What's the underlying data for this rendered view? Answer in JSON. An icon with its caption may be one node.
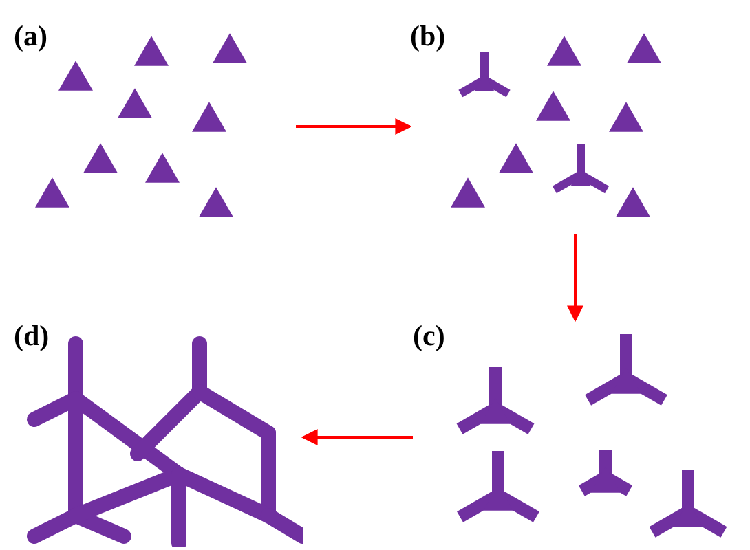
{
  "diagram": {
    "nodes": [
      {
        "text": [
          "(a)"
        ]
      },
      {
        "text": [
          "(b)"
        ]
      },
      {
        "text": [
          "(c)"
        ]
      },
      {
        "text": [
          "(d)"
        ]
      }
    ],
    "edges": [
      {
        "from": 0,
        "to": 1,
        "arrow": "to"
      },
      {
        "from": 1,
        "to": 2,
        "arrow": "to"
      },
      {
        "from": 2,
        "to": 3,
        "arrow": "to"
      }
    ]
  }
}
